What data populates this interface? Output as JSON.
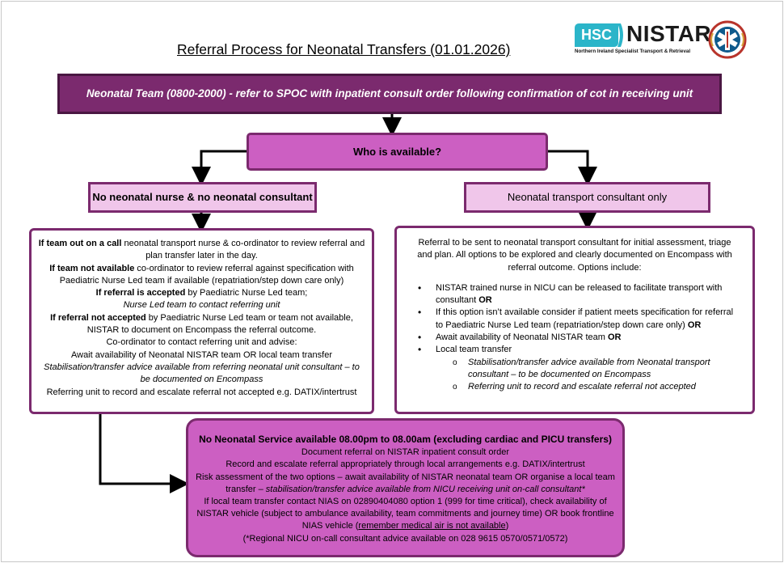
{
  "title": "Referral Process for Neonatal Transfers (01.01.2026)",
  "logo": {
    "hsc": "HSC",
    "nistar": "NISTAR",
    "subtitle": "Northern Ireland Specialist Transport & Retrieval",
    "emblem": "nistar-star-of-life-emblem",
    "colors": {
      "hsc": "#2bb5c9",
      "emblem": "#b8342b"
    }
  },
  "colors": {
    "dark_purple": "#7b2a6e",
    "mid_purple": "#cc5fc2",
    "light_purple": "#f0c6ea"
  },
  "top_box": "Neonatal Team (0800-2000) - refer to SPOC with inpatient consult order following confirmation of cot in receiving unit",
  "who_box": "Who is available?",
  "left_header": "No neonatal nurse & no neonatal consultant",
  "right_header": "Neonatal transport consultant only",
  "left_body": {
    "p1_bold": "If team out on a call",
    "p1_rest": " neonatal transport nurse & co-ordinator to review referral and plan transfer later in the day.",
    "p2_bold": "If team not available",
    "p2_rest": " co-ordinator to review referral against specification with Paediatric Nurse Led team if available (repatriation/step down care only)",
    "p3_bold": "If referral is accepted",
    "p3_rest": " by Paediatric Nurse Led team;",
    "p4_italic": "Nurse Led team to contact referring unit",
    "p5_bold": "If referral not accepted",
    "p5_rest": " by Paediatric Nurse Led team or team not available, NISTAR to document on Encompass the referral outcome.",
    "p6": "Co-ordinator to contact referring unit and advise:",
    "p7": "Await availability of Neonatal NISTAR team OR local team transfer",
    "p8_italic": "Stabilisation/transfer advice available from referring neonatal unit consultant – to be documented on Encompass",
    "p9": "Referring unit to record and escalate referral not accepted e.g. DATIX/intertrust"
  },
  "right_body": {
    "intro": "Referral to be sent to neonatal transport consultant for initial assessment, triage and plan. All options to be explored and clearly documented on Encompass with referral outcome. Options include:",
    "options": [
      {
        "text": "NISTAR trained nurse in NICU can be released to facilitate transport with consultant ",
        "bold": "OR"
      },
      {
        "text": "If this option isn’t available consider if patient meets specification for referral to Paediatric Nurse Led team (repatriation/step down care only) ",
        "bold": "OR"
      },
      {
        "text": "Await availability of Neonatal NISTAR team ",
        "bold": "OR"
      },
      {
        "text": "Local team transfer",
        "bold": ""
      }
    ],
    "sub_options": [
      "Stabilisation/transfer advice available from Neonatal transport consultant – to be documented on Encompass",
      "Referring unit to record and escalate referral not accepted"
    ]
  },
  "bottom": {
    "heading": "No Neonatal Service available 08.00pm to 08.00am (excluding cardiac and PICU transfers)",
    "line1": "Document referral on NISTAR inpatient consult order",
    "line2": "Record and escalate referral appropriately through local arrangements e.g. DATIX/intertrust",
    "line3a": "Risk assessment of the two options – await availability of NISTAR neonatal team OR organise a local team transfer – ",
    "line3b_italic": "stabilisation/transfer advice available from NICU receiving unit on-call consultant*",
    "line4a": "If local team transfer contact NIAS on 02890404080 option 1 (999 for time critical), check availability of NISTAR vehicle (subject to ambulance availability, team commitments and journey time) OR book frontline NIAS vehicle (",
    "line4b_underline": "remember medical air is not available",
    "line4c": ")",
    "line5": "(*Regional NICU on-call consultant advice available on 028 9615 0570/0571/0572)"
  }
}
